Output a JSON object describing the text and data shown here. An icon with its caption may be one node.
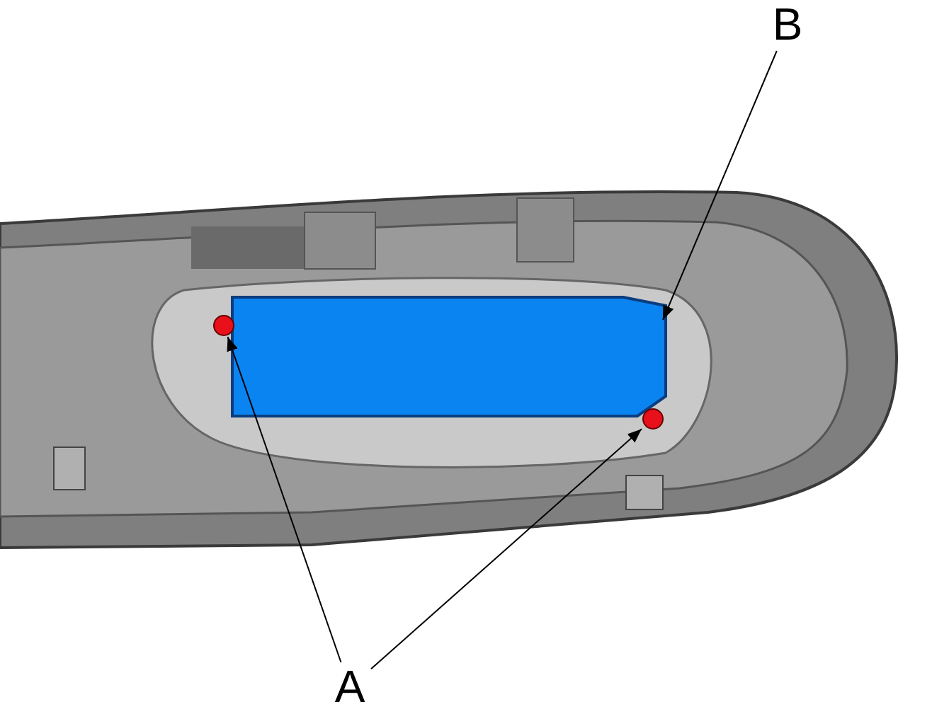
{
  "diagram": {
    "nodes": [
      {
        "text": [
          "A"
        ]
      },
      {
        "text": [],
        "shape": "circle"
      },
      {
        "text": [],
        "shape": "circle"
      },
      {
        "text": [
          "B"
        ]
      },
      {
        "text": [],
        "shape": "box"
      }
    ],
    "edges": [
      {
        "from": 0,
        "to": 1,
        "arrow": "to"
      },
      {
        "from": 0,
        "to": 2,
        "arrow": "to"
      },
      {
        "from": 3,
        "to": 4,
        "arrow": "to"
      }
    ]
  }
}
